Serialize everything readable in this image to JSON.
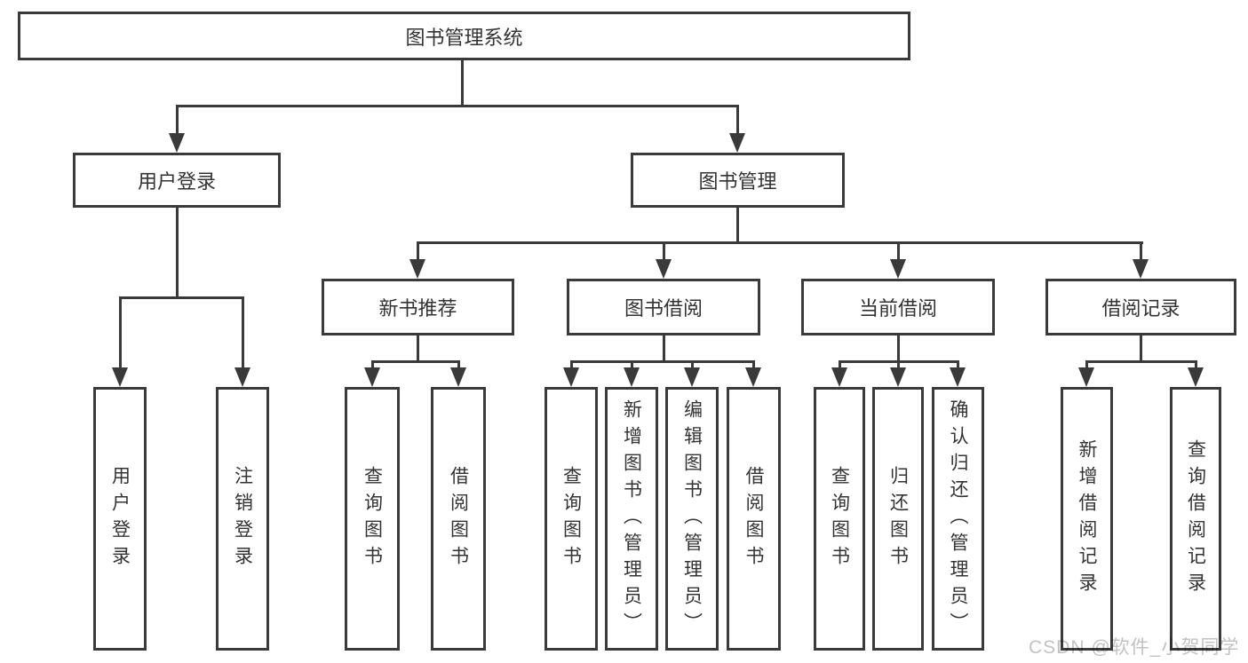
{
  "diagram": {
    "type": "functional-structure-tree",
    "colors": {
      "line": "#3a3a3a",
      "box_border": "#3a3a3a",
      "text": "#333333",
      "background": "#ffffff",
      "watermark": "#c2c2c2"
    }
  },
  "tree": {
    "root": {
      "label": "图书管理系统"
    },
    "children": [
      {
        "label": "用户登录",
        "children": [
          {
            "label": "用户登录"
          },
          {
            "label": "注销登录"
          }
        ]
      },
      {
        "label": "图书管理",
        "children": [
          {
            "label": "新书推荐",
            "children": [
              {
                "label": "查询图书"
              },
              {
                "label": "借阅图书"
              }
            ]
          },
          {
            "label": "图书借阅",
            "children": [
              {
                "label": "查询图书"
              },
              {
                "label": "新增图书（管理员）"
              },
              {
                "label": "编辑图书（管理员）"
              },
              {
                "label": "借阅图书"
              }
            ]
          },
          {
            "label": "当前借阅",
            "children": [
              {
                "label": "查询图书"
              },
              {
                "label": "归还图书"
              },
              {
                "label": "确认归还（管理员）"
              }
            ]
          },
          {
            "label": "借阅记录",
            "children": [
              {
                "label": "新增借阅记录"
              },
              {
                "label": "查询借阅记录"
              }
            ]
          }
        ]
      }
    ]
  },
  "watermark": {
    "text": "CSDN @软件_小贺同学"
  }
}
